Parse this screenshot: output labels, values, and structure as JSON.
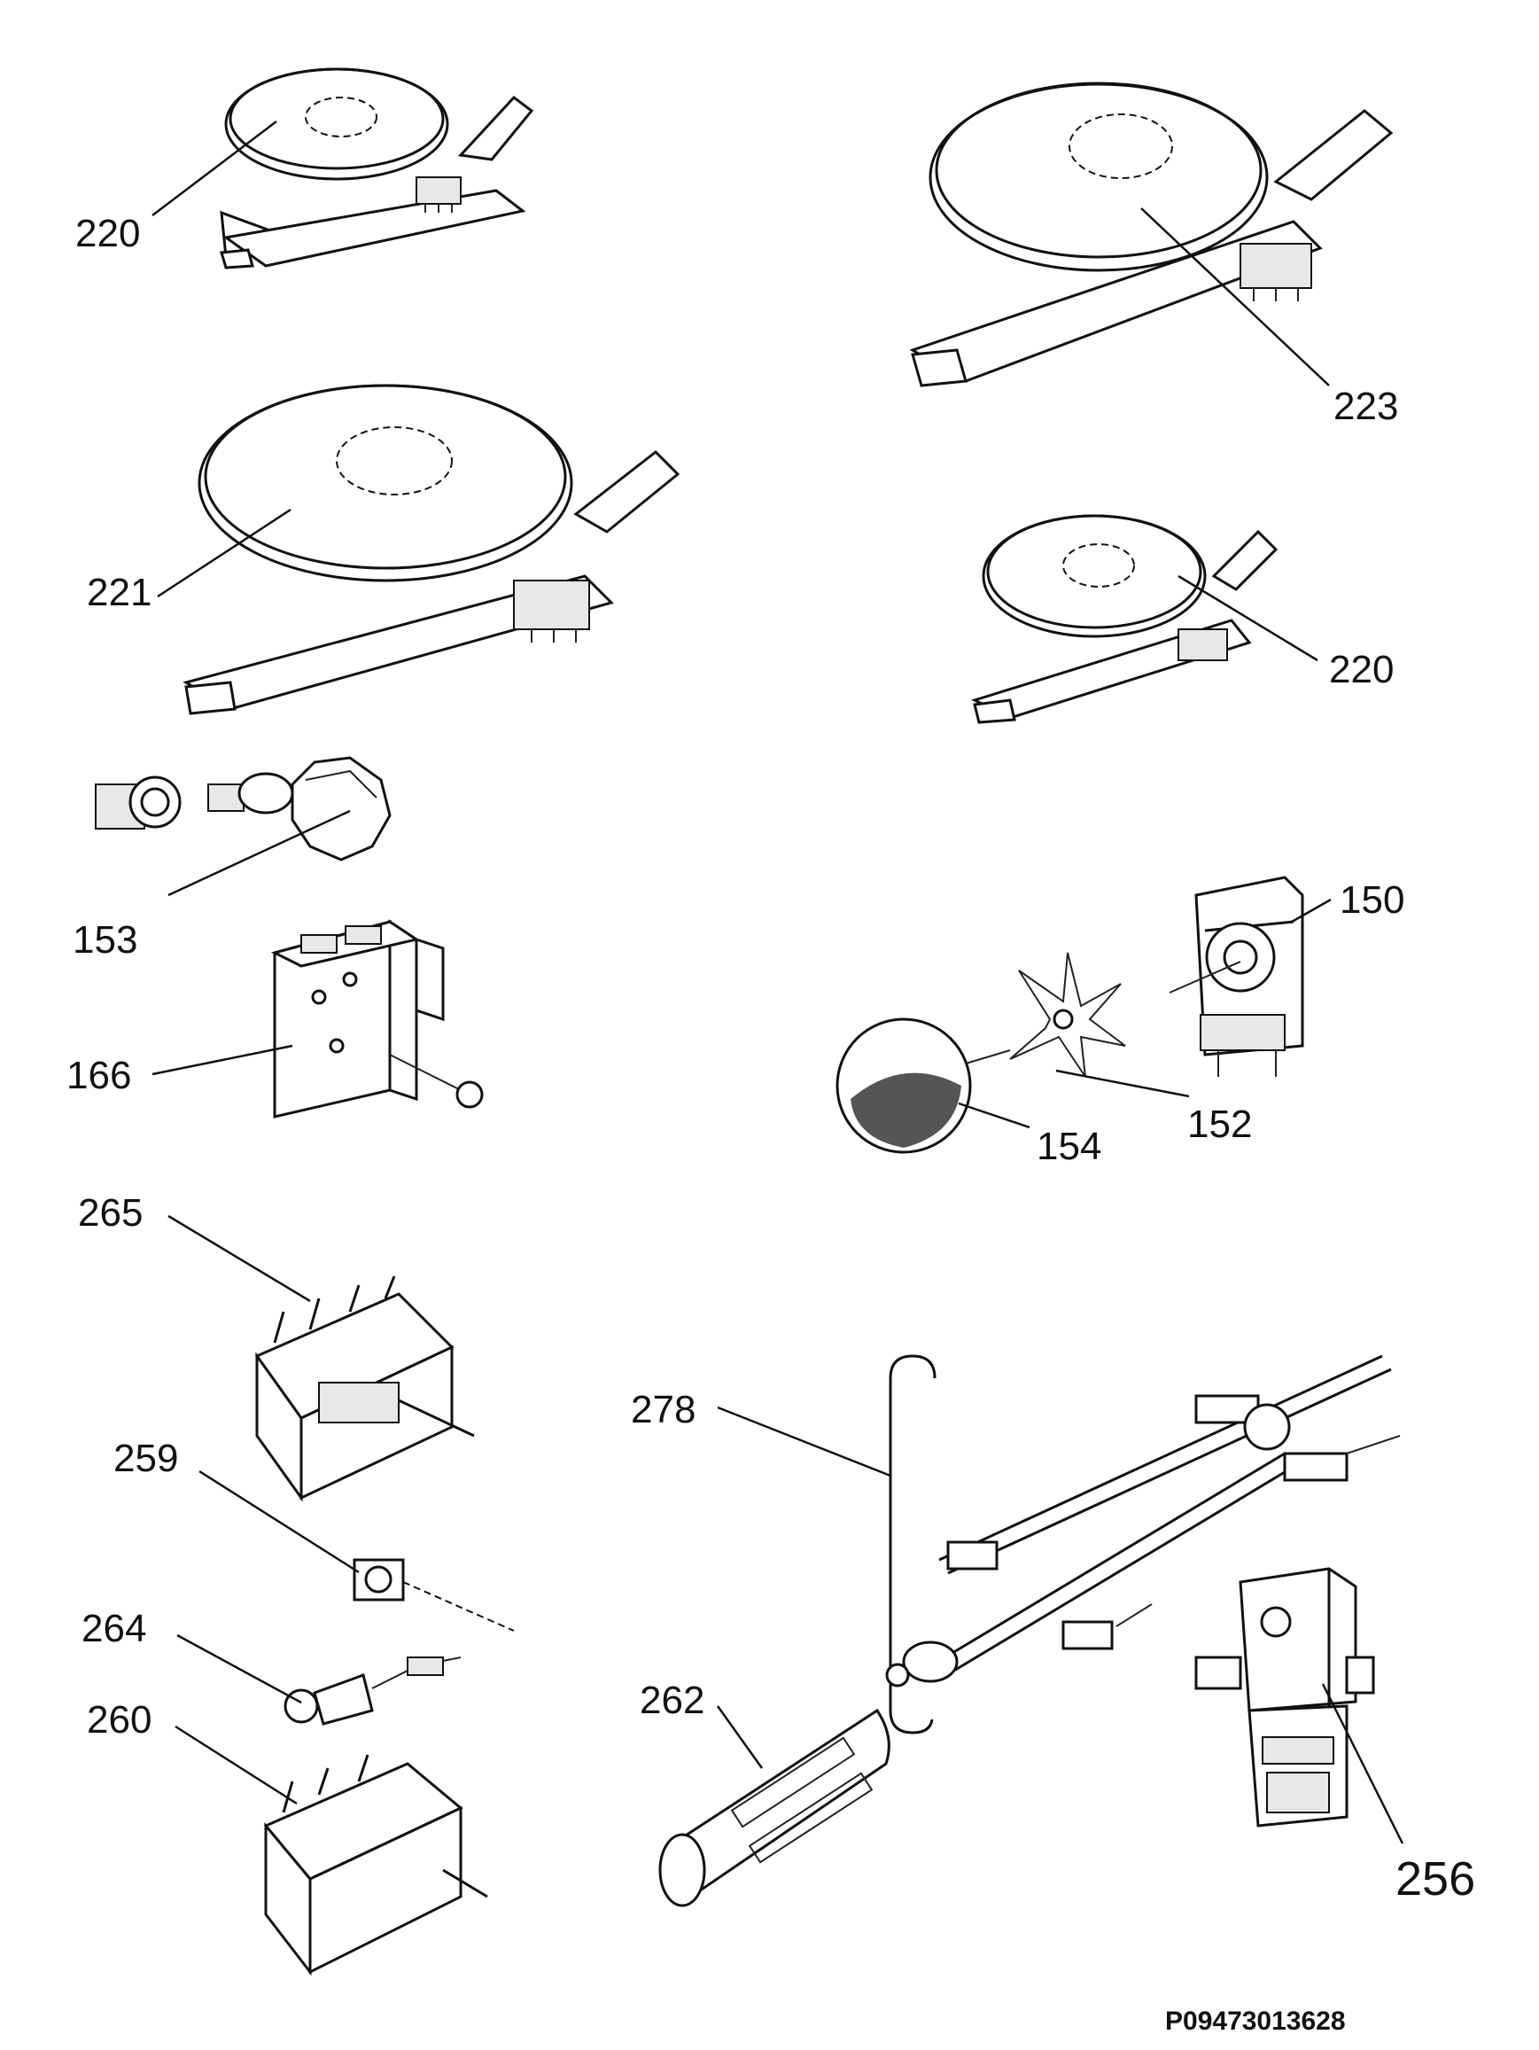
{
  "diagram": {
    "reference_code": "P09473013628",
    "part_labels": [
      {
        "id": "p220a",
        "text": "220"
      },
      {
        "id": "p223",
        "text": "223"
      },
      {
        "id": "p221",
        "text": "221"
      },
      {
        "id": "p220b",
        "text": "220"
      },
      {
        "id": "p153",
        "text": "153"
      },
      {
        "id": "p150",
        "text": "150"
      },
      {
        "id": "p166",
        "text": "166"
      },
      {
        "id": "p152",
        "text": "152"
      },
      {
        "id": "p154",
        "text": "154"
      },
      {
        "id": "p265",
        "text": "265"
      },
      {
        "id": "p278",
        "text": "278"
      },
      {
        "id": "p259",
        "text": "259"
      },
      {
        "id": "p264",
        "text": "264"
      },
      {
        "id": "p262",
        "text": "262"
      },
      {
        "id": "p260",
        "text": "260"
      },
      {
        "id": "p256",
        "text": "256"
      }
    ]
  }
}
